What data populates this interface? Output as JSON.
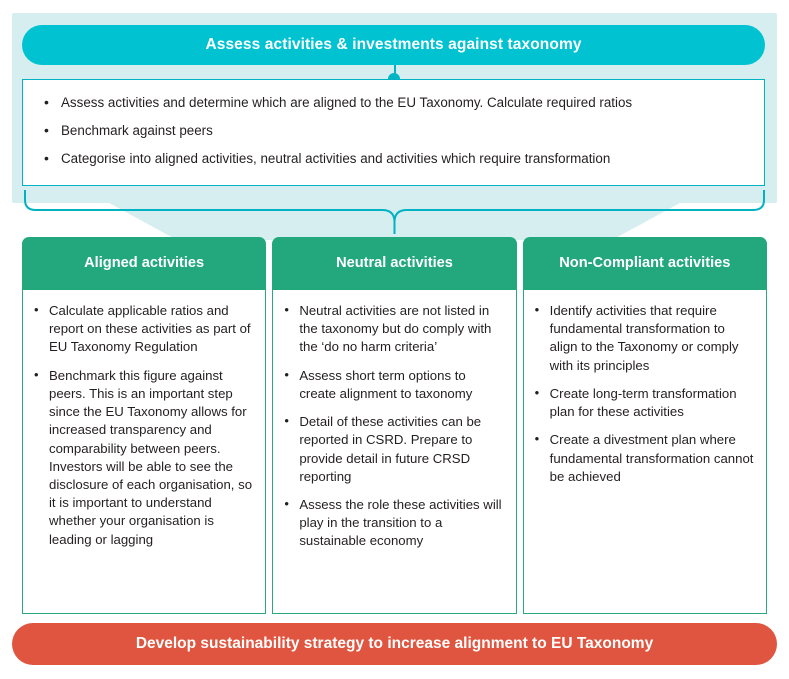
{
  "diagram": {
    "top_banner": {
      "title": "Assess activities & investments against taxonomy",
      "color": "#00c2d1"
    },
    "summary_box": {
      "border_color": "#00b2c2",
      "bullets": [
        "Assess activities and determine which are aligned to the EU Taxonomy. Calculate required ratios",
        "Benchmark against peers",
        "Categorise into aligned activities, neutral activities and activities which require transformation"
      ]
    },
    "columns": [
      {
        "header": "Aligned activities",
        "header_color": "#22a87c",
        "bullets": [
          "Calculate applicable ratios and report on these activities as part of EU Taxonomy Regulation",
          "Benchmark this figure against peers. This is an important step since the EU Taxonomy allows for increased transparency and comparability between peers. Investors will be able to see the disclosure of each organisation, so it is important to understand whether your organisation is leading or lagging"
        ]
      },
      {
        "header": "Neutral activities",
        "header_color": "#22a87c",
        "bullets": [
          "Neutral activities are not listed in the taxonomy but do comply with the ‘do no harm criteria’",
          "Assess short term options to create alignment to taxonomy",
          "Detail of these activities can be reported in CSRD. Prepare to provide detail in future CRSD reporting",
          "Assess the role these activities will play in the transition to a sustainable economy"
        ]
      },
      {
        "header": "Non-Compliant activities",
        "header_color": "#22a87c",
        "bullets": [
          "Identify activities that require fundamental transformation to align to the Taxonomy or comply with its principles",
          "Create long-term transformation plan for these activities",
          "Create a divestment plan where fundamental transformation cannot be achieved"
        ]
      }
    ],
    "bottom_banner": {
      "title": "Develop sustainability strategy to increase alignment to EU Taxonomy",
      "color": "#e0553f"
    }
  }
}
